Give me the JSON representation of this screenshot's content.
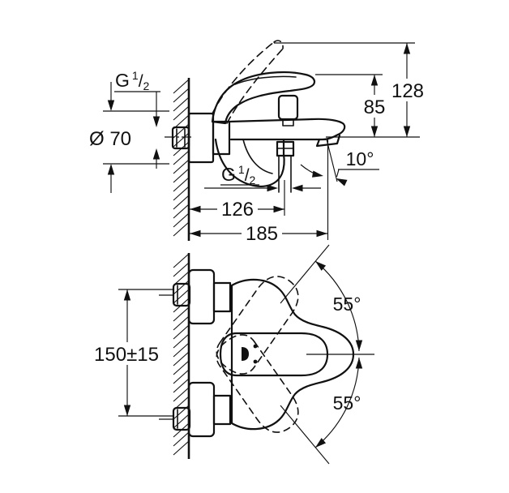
{
  "drawing": {
    "subject": "wall-mounted bath shower mixer faucet installation drawing",
    "background_color": "#ffffff",
    "line_color": "#111111",
    "views": [
      "side elevation",
      "plan view"
    ]
  },
  "side_view": {
    "inlet_thread": {
      "full": "G 1/2",
      "prefix": "G",
      "sup": "1",
      "slash": "/",
      "sub": "2"
    },
    "escutcheon_diameter": "Ø 70",
    "height_to_spout": "85",
    "overall_height": "128",
    "spout_angle": "10°",
    "outlet_thread": {
      "full": "G 1/2",
      "prefix": "G",
      "sup": "1",
      "slash": "/",
      "sub": "2"
    },
    "wall_to_outlet": "126",
    "projection": "185"
  },
  "plan_view": {
    "inlet_spacing": "150±15",
    "swing_upper": "55°",
    "swing_lower": "55°"
  }
}
